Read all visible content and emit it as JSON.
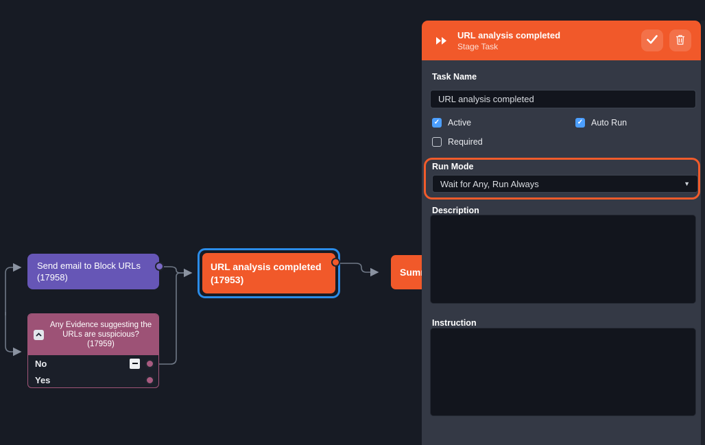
{
  "canvas": {
    "nodes": {
      "send_email": {
        "label": "Send email to Block URLs (17958)"
      },
      "evidence": {
        "label": "Any Evidence suggesting the URLs are suspicious? (17959)",
        "options": [
          "No",
          "Yes"
        ]
      },
      "url_analysis": {
        "label": "URL analysis completed (17953)"
      },
      "summary": {
        "label": "Summ"
      }
    }
  },
  "panel": {
    "header": {
      "title": "URL analysis completed",
      "subtitle": "Stage Task"
    },
    "task_name": {
      "label": "Task Name",
      "value": "URL analysis completed"
    },
    "checkboxes": [
      {
        "label": "Active",
        "checked": true
      },
      {
        "label": "Auto Run",
        "checked": true
      },
      {
        "label": "Required",
        "checked": false
      }
    ],
    "run_mode": {
      "label": "Run Mode",
      "value": "Wait for Any, Run Always",
      "caret": "▼"
    },
    "description": {
      "label": "Description",
      "value": ""
    },
    "instruction": {
      "label": "Instruction",
      "value": ""
    }
  },
  "icons": {
    "header_icon": "fast-forward-icon",
    "confirm": "check-icon",
    "delete": "trash-icon",
    "collapse": "chevron-up-icon",
    "branch_collapse": "minus-icon"
  },
  "colors": {
    "canvas_bg": "#171b24",
    "panel_bg": "#343945",
    "accent_orange": "#F1592A",
    "selection_blue": "#2B8CE8",
    "node_purple": "#6656B6",
    "node_magenta": "#9D5276",
    "checkbox_blue": "#4C9FFF",
    "field_bg": "#12151D",
    "connector_gray": "#707987"
  }
}
